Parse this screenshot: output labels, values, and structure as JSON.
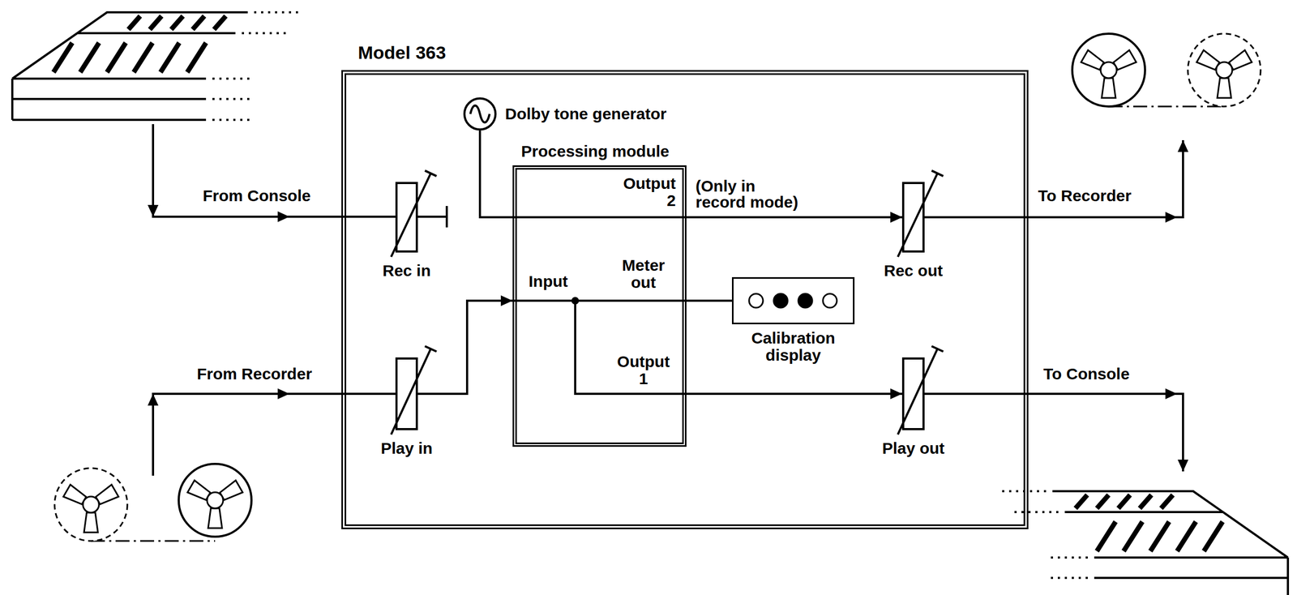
{
  "diagram": {
    "nodes": [
      {
        "text": [
          "Model 363"
        ]
      },
      {
        "text": [
          "Dolby tone generator"
        ],
        "in": 0
      },
      {
        "text": [
          "Processing module",
          "Output 2",
          "Meter out",
          "Input",
          "Output 1"
        ],
        "in": 0
      },
      {
        "text": [
          "Calibration display"
        ],
        "in": 0
      },
      {
        "text": [
          "Rec in"
        ],
        "in": 0
      },
      {
        "text": [
          "Play in"
        ],
        "in": 0
      },
      {
        "text": [
          "Rec out"
        ],
        "in": 0
      },
      {
        "text": [
          "Play out"
        ],
        "in": 0
      }
    ],
    "edges": [
      {
        "from": 5,
        "to": 2,
        "arrow": "to"
      },
      {
        "from": 2,
        "to": 7,
        "arrow": "to"
      },
      {
        "from": 2,
        "to": 3,
        "arrow": "none"
      },
      {
        "from": 2,
        "to": 6,
        "arrow": "to",
        "label": "(Only in record mode)"
      },
      {
        "from": 1,
        "to": 6,
        "arrow": "to"
      }
    ],
    "labels": [
      "From Console",
      "From Recorder",
      "To Recorder",
      "To Console"
    ]
  }
}
